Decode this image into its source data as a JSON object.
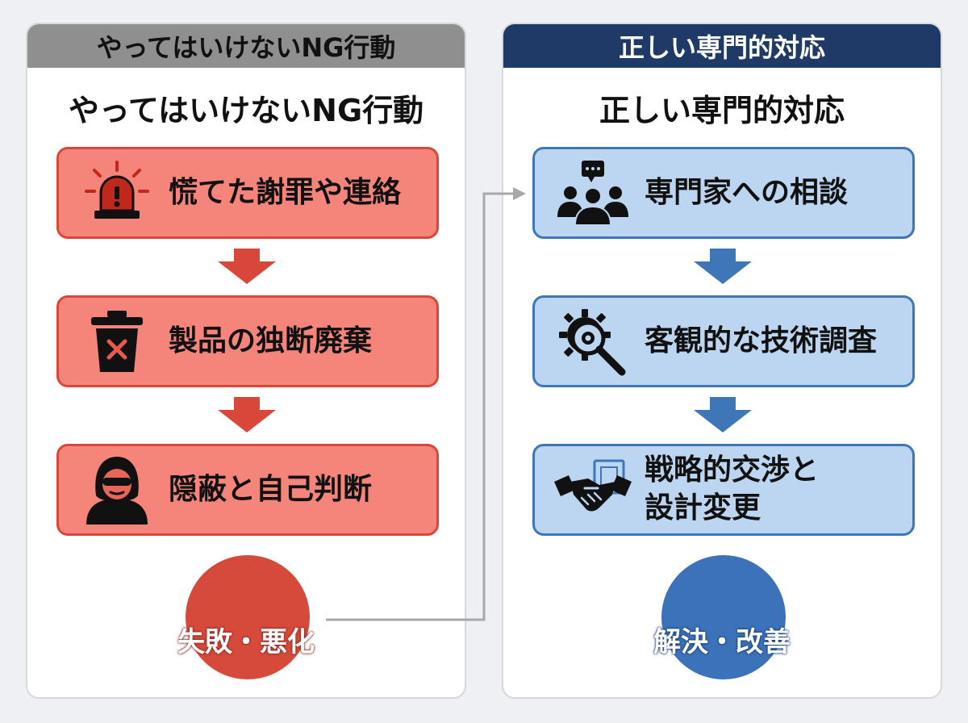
{
  "left_panel": {
    "banner": "やってはいけないNG行動",
    "subtitle": "やってはいけないNG行動",
    "steps": [
      {
        "label": "慌てた謝罪や連絡",
        "icon": "alarm-light-icon"
      },
      {
        "label": "製品の独断廃棄",
        "icon": "trash-can-icon"
      },
      {
        "label": "隠蔽と自己判断",
        "icon": "hooded-person-icon"
      }
    ],
    "result": "失敗・悪化",
    "colors": {
      "step_fill": "#f5857a",
      "step_border": "#d9473a",
      "arrow": "#d9473a",
      "circle": "#d64a3b",
      "banner": "#8f8f8f"
    }
  },
  "right_panel": {
    "banner": "正しい専門的対応",
    "subtitle": "正しい専門的対応",
    "steps": [
      {
        "label_lines": [
          "専門家への相談"
        ],
        "icon": "people-consultation-icon"
      },
      {
        "label_lines": [
          "客観的な技術調査"
        ],
        "icon": "gear-magnifier-icon"
      },
      {
        "label_lines": [
          "戦略的交渉と",
          "設計変更"
        ],
        "icon": "handshake-icon"
      }
    ],
    "result": "解決・改善",
    "colors": {
      "step_fill": "#bcd5f0",
      "step_border": "#3f76b8",
      "arrow": "#3f76b8",
      "circle": "#3c72b9",
      "banner": "#1f3a66"
    }
  }
}
